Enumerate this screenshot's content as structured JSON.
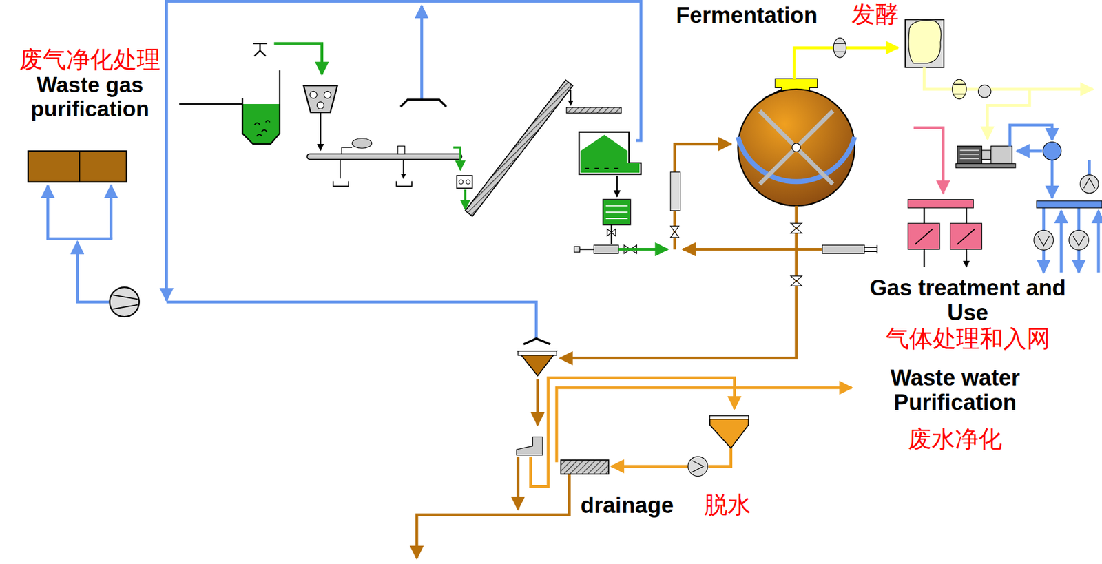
{
  "diagram": {
    "nodes": [
      {
        "text": [
          "废气净化处理",
          "Waste gas purification"
        ]
      },
      {
        "text": [
          "Gas treatment and Use",
          "气体处理和入网"
        ]
      }
    ],
    "labels": [
      "Fermentation",
      "发酵",
      "Waste water Purification",
      "废水净化",
      "drainage",
      "脱水"
    ]
  }
}
